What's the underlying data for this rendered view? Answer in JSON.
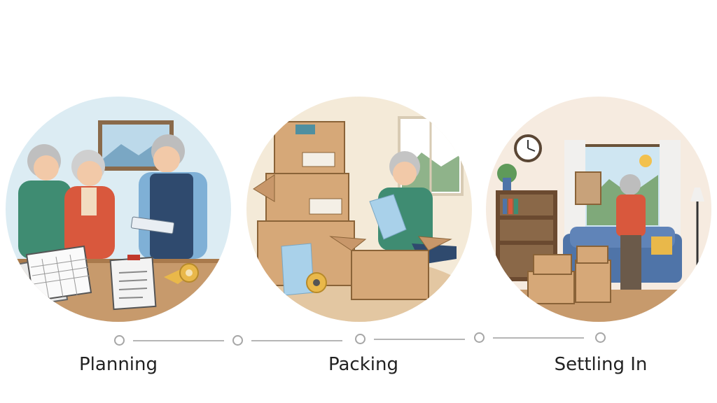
{
  "steps": [
    {
      "label": "Planning"
    },
    {
      "label": "Packing"
    },
    {
      "label": "Settling In"
    }
  ],
  "colors": {
    "planning_bg": "#dcecf3",
    "packing_bg": "#f4ead8",
    "settling_bg": "#f6ebe0",
    "cardboard": "#d6a878",
    "cardboard_dark": "#b88656",
    "sweater_green": "#3f8c72",
    "sweater_red": "#d9583d",
    "vest_navy": "#2f4a6e",
    "sofa_blue": "#4f74a8",
    "tape_yellow": "#e9b84a",
    "timeline_gray": "#a6a6a6"
  }
}
